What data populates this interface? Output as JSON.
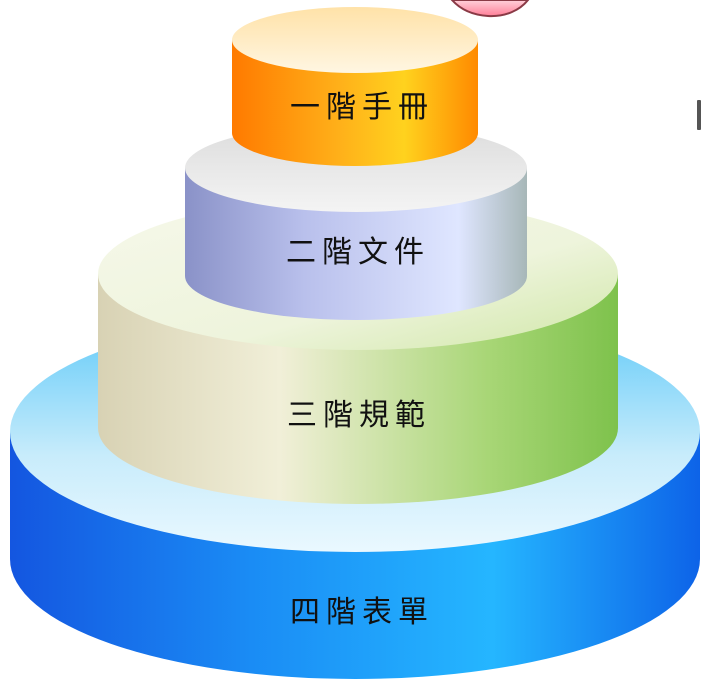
{
  "diagram": {
    "type": "stacked-cylinder-pyramid",
    "tiers": [
      {
        "label": "一階手冊",
        "level": 1,
        "color": "#ff9a1a"
      },
      {
        "label": "二階文件",
        "level": 2,
        "color": "#a9b4e6"
      },
      {
        "label": "三階規範",
        "level": 3,
        "color": "#bfe08a"
      },
      {
        "label": "四階表單",
        "level": 4,
        "color": "#1aa0ff"
      }
    ]
  }
}
